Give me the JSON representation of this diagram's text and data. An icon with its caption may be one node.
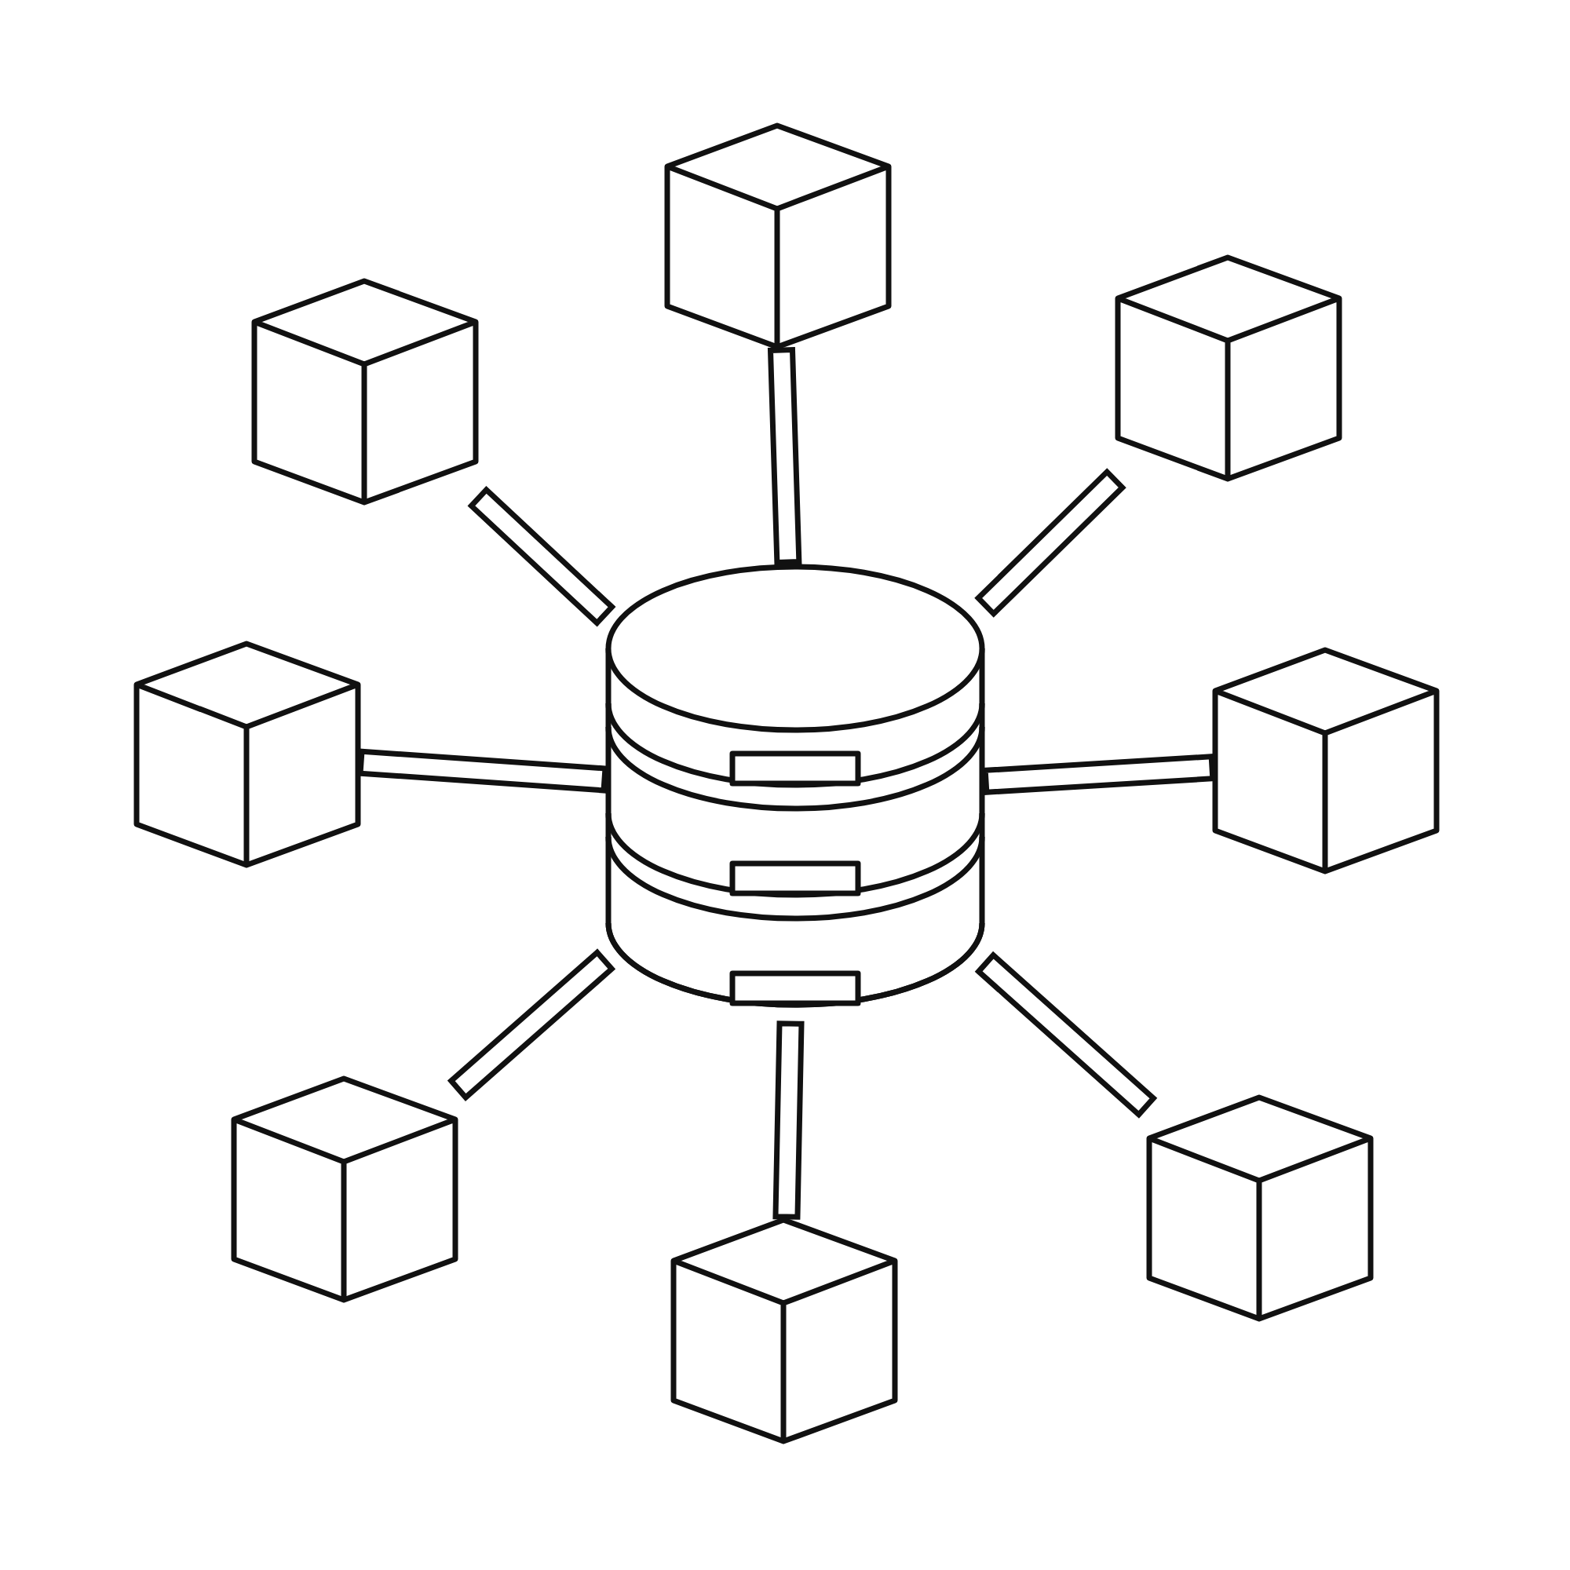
{
  "diagram": {
    "nodes": [
      {
        "text": [],
        "shape": "cylinder"
      },
      {
        "text": [],
        "shape": "box"
      },
      {
        "text": [],
        "shape": "box"
      },
      {
        "text": [],
        "shape": "box"
      },
      {
        "text": [],
        "shape": "box"
      },
      {
        "text": [],
        "shape": "box"
      },
      {
        "text": [],
        "shape": "box"
      },
      {
        "text": [],
        "shape": "box"
      },
      {
        "text": [],
        "shape": "box"
      }
    ],
    "edges": [
      {
        "from": 0,
        "to": 1,
        "arrow": "none"
      },
      {
        "from": 0,
        "to": 2,
        "arrow": "none"
      },
      {
        "from": 0,
        "to": 3,
        "arrow": "none"
      },
      {
        "from": 0,
        "to": 4,
        "arrow": "none"
      },
      {
        "from": 0,
        "to": 5,
        "arrow": "none"
      },
      {
        "from": 0,
        "to": 6,
        "arrow": "none"
      },
      {
        "from": 0,
        "to": 7,
        "arrow": "none"
      },
      {
        "from": 0,
        "to": 8,
        "arrow": "none"
      }
    ]
  }
}
